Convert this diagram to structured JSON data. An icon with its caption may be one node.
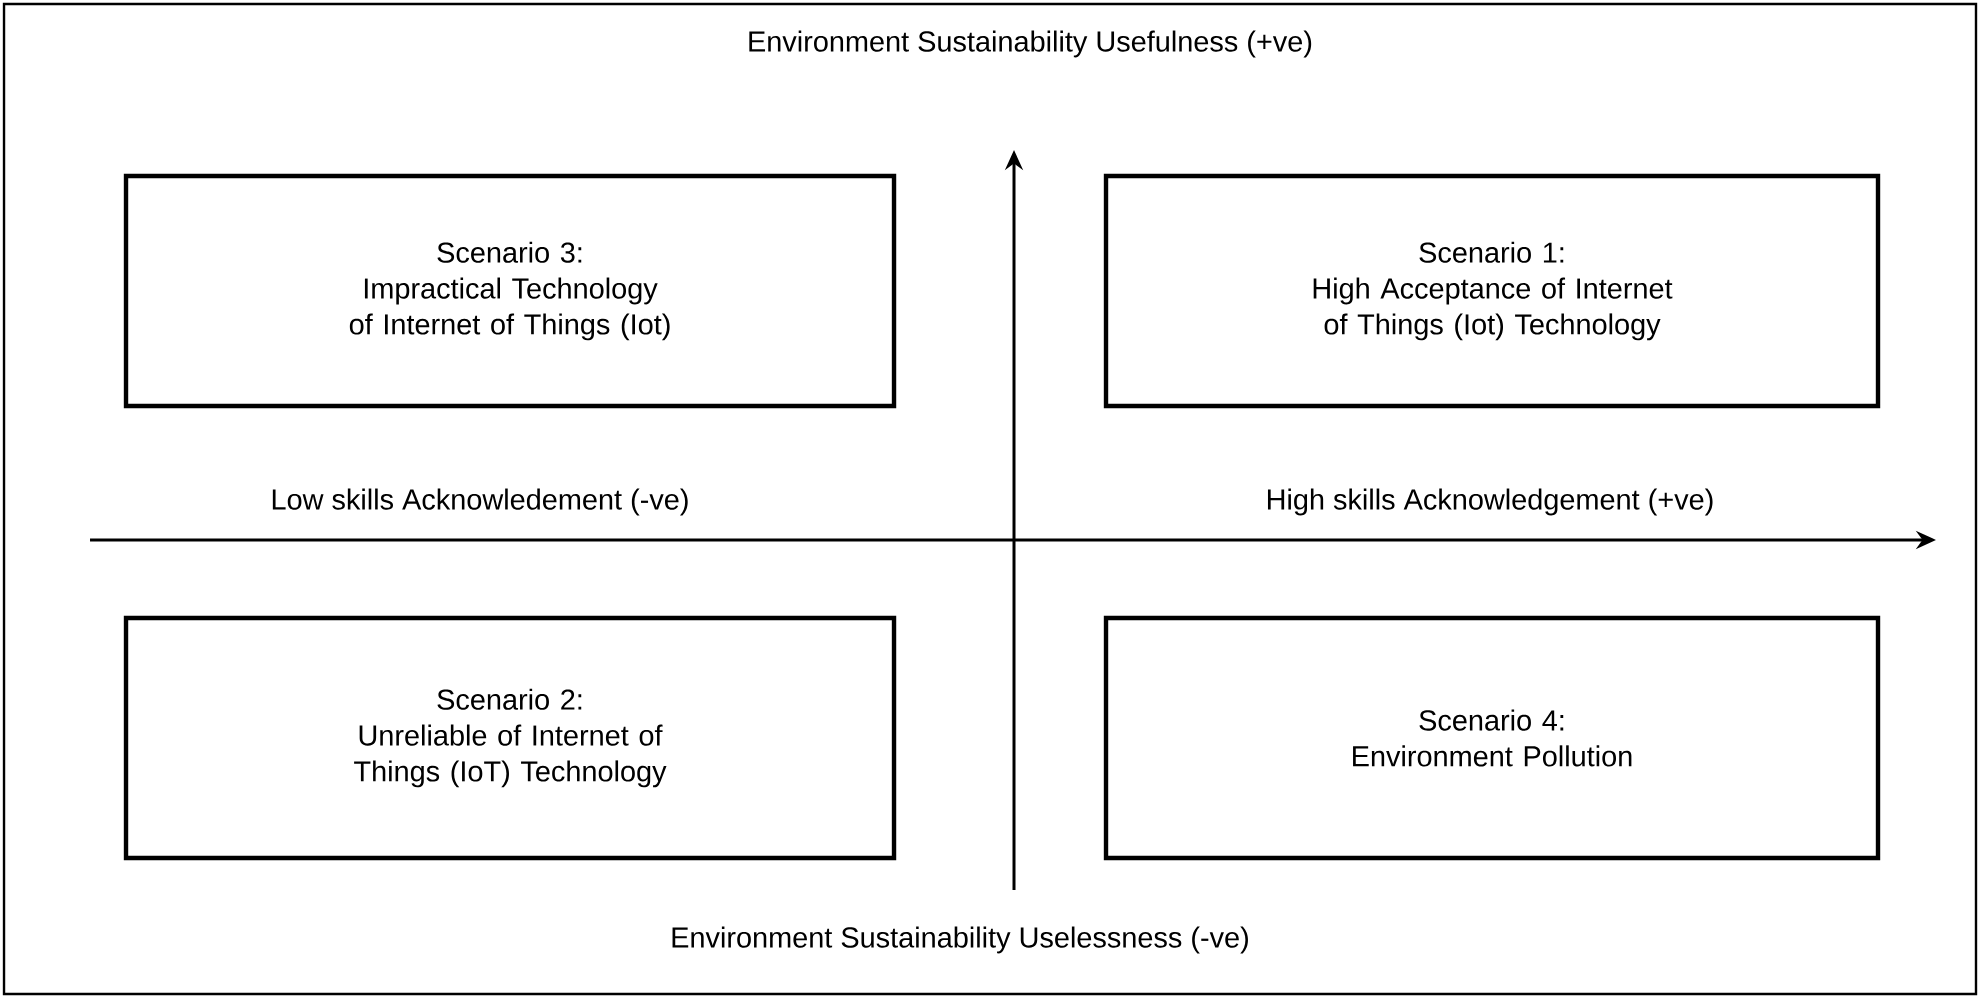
{
  "diagram": {
    "nodes": [
      {
        "text": [
          "Scenario 3:",
          "Impractical Technology of Internet of Things (Iot)"
        ]
      },
      {
        "text": [
          "Scenario 1:",
          "High Acceptance of Internet of Things (Iot) Technology"
        ]
      },
      {
        "text": [
          "Scenario 2:",
          "Unreliable of Internet of Things (IoT) Technology"
        ]
      },
      {
        "text": [
          "Scenario 4:",
          "Environment Pollution"
        ]
      }
    ],
    "labels": [
      "Environment Sustainability Usefulness (+ve)",
      "Low skills Acknowledement (-ve)",
      "High skills Acknowledgement (+ve)",
      "Environment Sustainability Uselessness (-ve)"
    ]
  }
}
